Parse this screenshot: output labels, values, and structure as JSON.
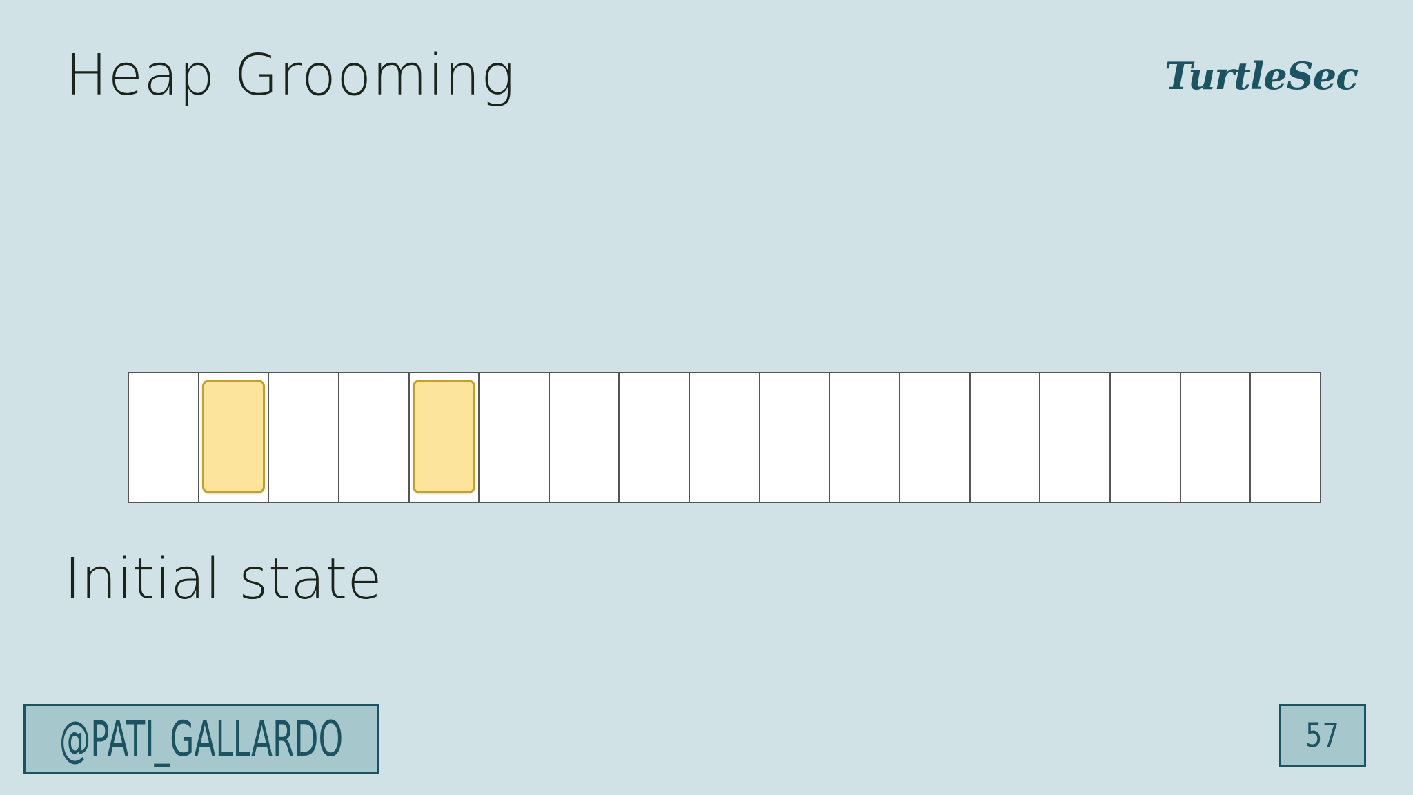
{
  "slide": {
    "title": "Heap Grooming",
    "brand": "TurtleSec",
    "caption": "Initial state",
    "handle": "@PATI_GALLARDO",
    "page_number": "57"
  },
  "heap": {
    "cell_count": 17,
    "occupied_indices": [
      1,
      4
    ],
    "cell_color": "#ffffff",
    "chunk_fill": "#fde49c",
    "chunk_border": "#c4a123"
  },
  "colors": {
    "background": "#d0e2e5",
    "accent": "#1b5361",
    "box_fill": "#a6c8cd"
  }
}
